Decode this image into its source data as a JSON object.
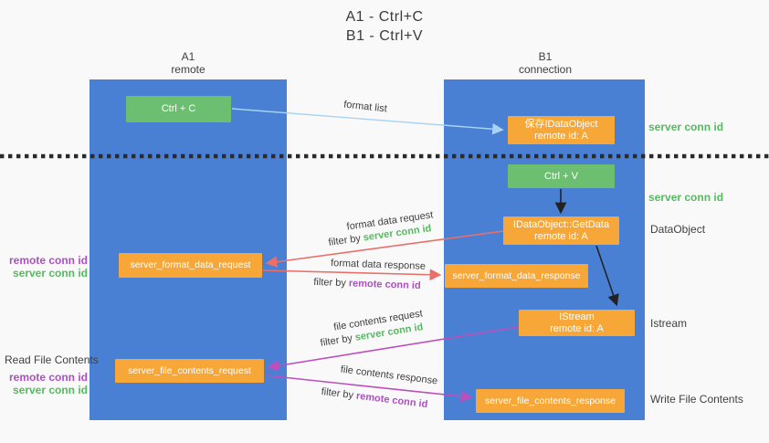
{
  "title": {
    "line1": "A1 - Ctrl+C",
    "line2": "B1 - Ctrl+V"
  },
  "columns": {
    "left": {
      "name": "A1",
      "subtitle": "remote"
    },
    "right": {
      "name": "B1",
      "subtitle": "connection"
    }
  },
  "nodes": {
    "ctrl_c": {
      "label": "Ctrl + C"
    },
    "save_idataobject": {
      "line1": "保存IDataObject",
      "line2": "remote id: A"
    },
    "ctrl_v": {
      "label": "Ctrl + V"
    },
    "getdata": {
      "line1": "IDataObject::GetData",
      "line2": "remote id: A"
    },
    "format_request": {
      "label": "server_format_data_request"
    },
    "format_response": {
      "label": "server_format_data_response"
    },
    "istream": {
      "line1": "IStream",
      "line2": "remote id: A"
    },
    "file_request": {
      "label": "server_file_contents_request"
    },
    "file_response": {
      "label": "server_file_contents_response"
    }
  },
  "flows": {
    "format_list": {
      "label": "format list"
    },
    "format_data_request": {
      "label": "format data request",
      "filter_prefix": "filter by ",
      "filter_key": "server conn id"
    },
    "format_data_response": {
      "label": "format data response",
      "filter_prefix": "filter by ",
      "filter_key": "remote conn id"
    },
    "file_contents_request": {
      "label": "file contents request",
      "filter_prefix": "filter by ",
      "filter_key": "server conn id"
    },
    "file_contents_response": {
      "label": "file contents response",
      "filter_prefix": "filter by ",
      "filter_key": "remote conn id"
    }
  },
  "side_labels": {
    "right_server_conn_id_1": "server conn id",
    "right_server_conn_id_2": "server conn id",
    "dataobject": "DataObject",
    "istream": "Istream",
    "write_file_contents": "Write File Contents",
    "left_remote_conn_id_1": "remote conn id",
    "left_server_conn_id_1": "server conn id",
    "read_file_contents": "Read File Contents",
    "left_remote_conn_id_2": "remote conn id",
    "left_server_conn_id_2": "server conn id"
  },
  "colors": {
    "column_blue": "#4a80d4",
    "green_box": "#6cbf70",
    "orange_box": "#f7a738",
    "green_text": "#57b961",
    "purple_text": "#ad4fc2",
    "red_arrow": "#e8706a",
    "magenta_arrow": "#bd4fbd",
    "light_blue_arrow": "#a8d3f2",
    "black_arrow": "#222222",
    "dashed_line": "#2a2a2a"
  }
}
